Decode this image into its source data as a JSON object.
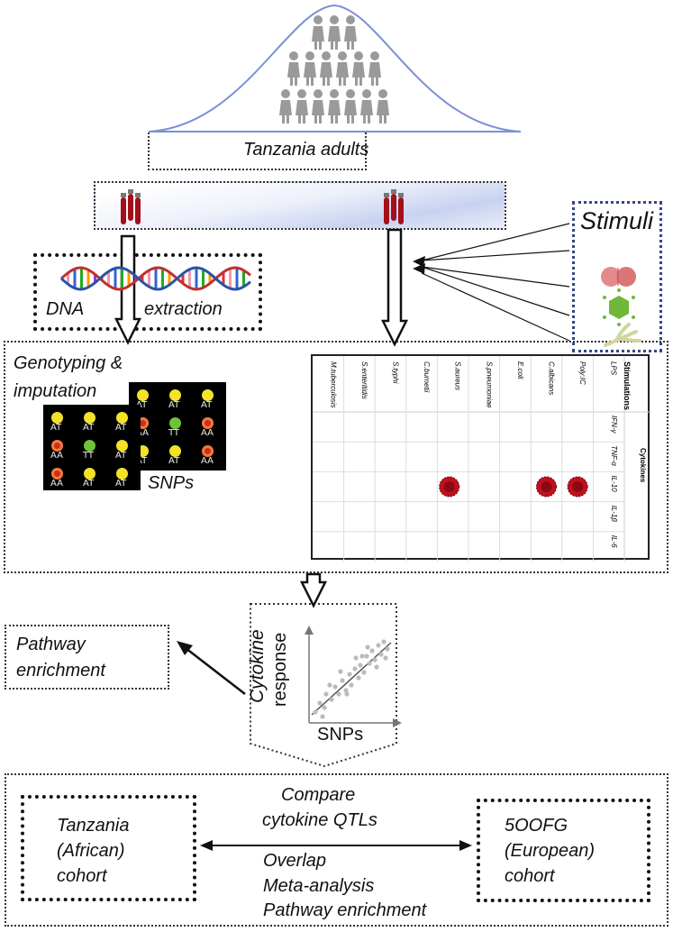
{
  "population": {
    "label": "Tanzania adults"
  },
  "stimuli": {
    "title": "Stimuli"
  },
  "dna": {
    "left": "DNA",
    "right": "extraction"
  },
  "genotyping": {
    "title_line1": "Genotyping &",
    "title_line2": "imputation",
    "snps_label": "SNPs",
    "calls_left": [
      "AT",
      "AT",
      "AT",
      "AA",
      "TT",
      "AT",
      "AA",
      "AT",
      "AT"
    ],
    "calls_right": [
      "AT",
      "AT",
      "AT",
      "AA",
      "TT",
      "AA",
      "AT",
      "AT",
      "AA"
    ]
  },
  "table": {
    "stimulations_header": "Stimulations",
    "cytokines_header": "Cytokines",
    "stimulations": [
      "LPS",
      "Poly:IC",
      "C.albicans",
      "E.coli",
      "S.pneumoniae",
      "S.aureus",
      "C.burnetii",
      "S.typhi",
      "S.enteritidis",
      "M.tuberculosis"
    ],
    "cytokines": [
      "IFN-γ",
      "TNF-α",
      "IL-10",
      "IL-1β",
      "IL-6"
    ],
    "highlighted": [
      {
        "stimulation": "Poly:IC",
        "cytokine": "IL-10"
      },
      {
        "stimulation": "C.albicans",
        "cytokine": "IL-10"
      },
      {
        "stimulation": "S.aureus",
        "cytokine": "IL-10"
      }
    ]
  },
  "pathway": {
    "line1": "Pathway",
    "line2": "enrichment"
  },
  "scatter": {
    "ylabel_italic": "Cytokine",
    "ylabel": "response",
    "xlabel": "SNPs"
  },
  "compare": {
    "tanzania": [
      "Tanzania",
      "(African)",
      "cohort"
    ],
    "fg500": [
      "5OOFG",
      "(European)",
      "cohort"
    ],
    "top": [
      "Compare",
      "cytokine QTLs"
    ],
    "bottom": [
      "Overlap",
      "Meta-analysis",
      "Pathway enrichment"
    ]
  },
  "colors": {
    "tube_red": "#a3101a",
    "accent_blue": "#34468a",
    "bell_blue": "#7c8fd6",
    "dot_red": "#c01020"
  }
}
